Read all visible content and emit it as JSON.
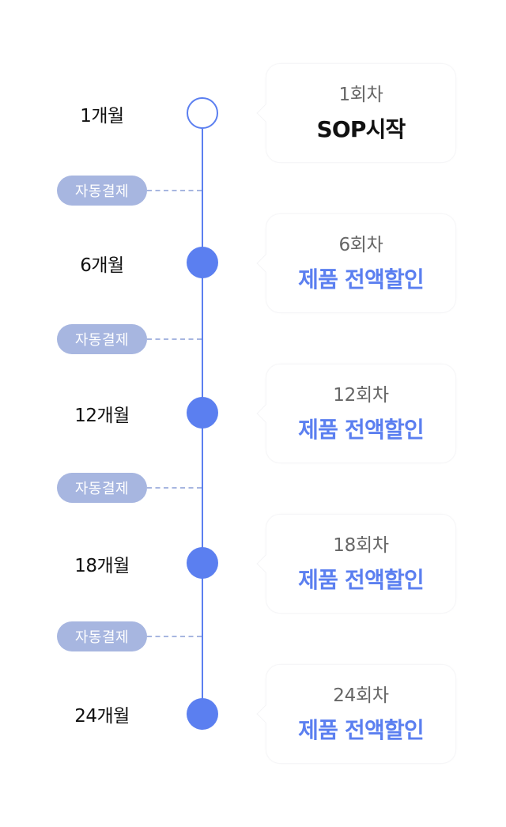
{
  "colors": {
    "accent": "#5B7FF0",
    "pill": "#A7B6E0",
    "label_text": "#111111",
    "round_text": "#666666"
  },
  "steps": [
    {
      "month": "1개월",
      "node": "hollow",
      "round": "1회차",
      "title": "SOP시작",
      "title_style": "dark"
    },
    {
      "month": "6개월",
      "node": "filled",
      "round": "6회차",
      "title": "제품 전액할인",
      "title_style": "accent"
    },
    {
      "month": "12개월",
      "node": "filled",
      "round": "12회차",
      "title": "제품 전액할인",
      "title_style": "accent"
    },
    {
      "month": "18개월",
      "node": "filled",
      "round": "18회차",
      "title": "제품 전액할인",
      "title_style": "accent"
    },
    {
      "month": "24개월",
      "node": "filled",
      "round": "24회차",
      "title": "제품 전액할인",
      "title_style": "accent"
    }
  ],
  "connectors": [
    {
      "label": "자동결제"
    },
    {
      "label": "자동결제"
    },
    {
      "label": "자동결제"
    },
    {
      "label": "자동결제"
    }
  ]
}
